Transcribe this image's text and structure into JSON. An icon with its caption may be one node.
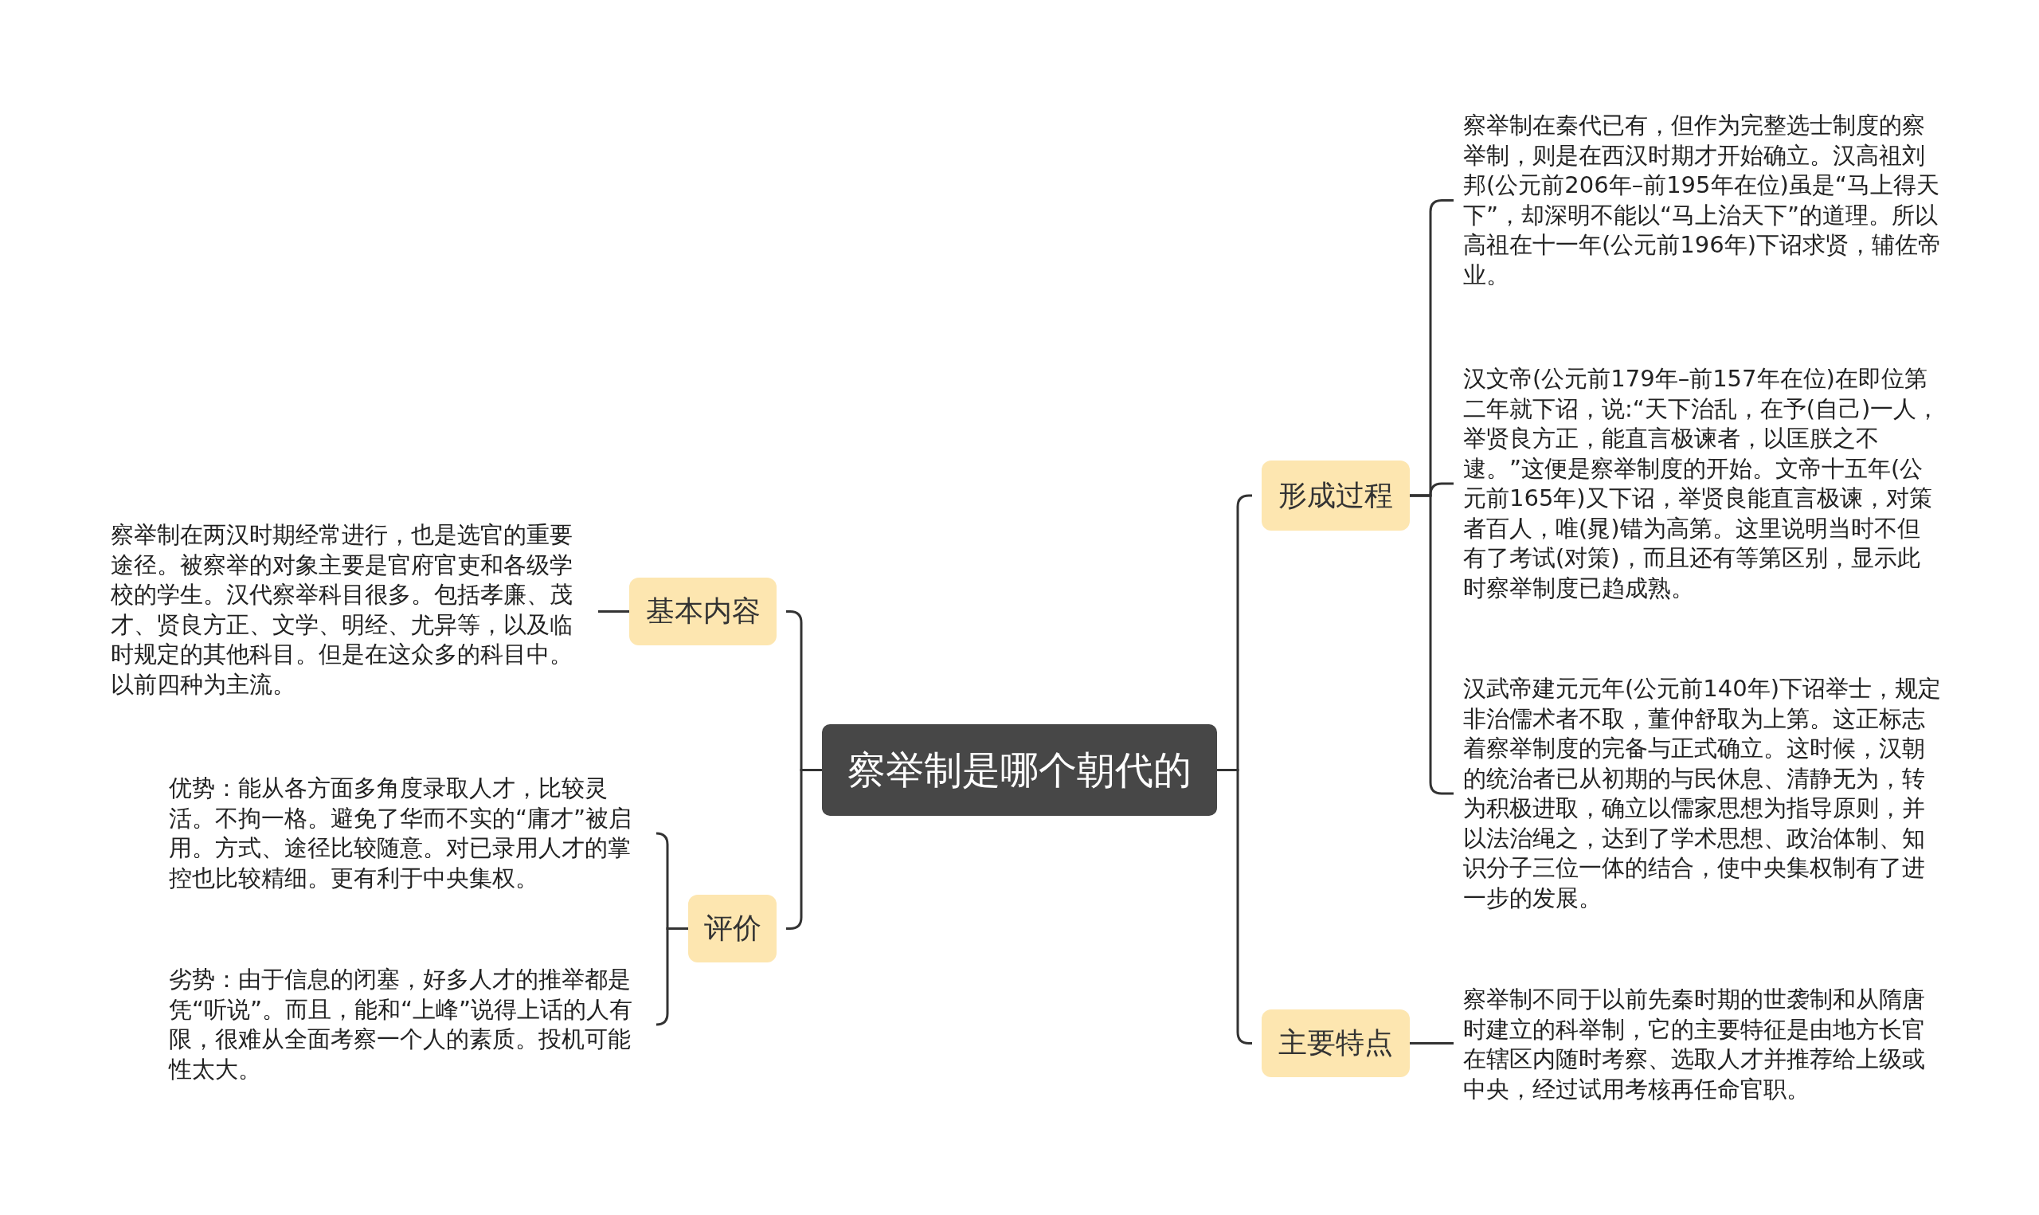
{
  "diagram": {
    "nodes": [
      {
        "text": [
          "察举制是哪个朝代的"
        ]
      },
      {
        "text": [
          "基本内容"
        ]
      },
      {
        "text": [
          "察举制在两汉时期经常进行，也是选官的重要途径。被察举的对象主要是官府官吏和各级学校的学生。汉代察举科目很多。包括孝廉、茂才、贤良方正、文学、明经、尤异等，以及临时规定的其他科目。但是在这众多的科目中。以前四种为主流。"
        ]
      },
      {
        "text": [
          "评价"
        ]
      },
      {
        "text": [
          "优势：能从各方面多角度录取人才，比较灵活。不拘一格。避免了华而不实的“庸才”被启用。方式、途径比较随意。对已录用人才的掌控也比较精细。更有利于中央集权。"
        ]
      },
      {
        "text": [
          "劣势：由于信息的闭塞，好多人才的推举都是凭“听说”。而且，能和“上峰”说得上话的人有限，很难从全面考察一个人的素质。投机可能性太大。"
        ]
      },
      {
        "text": [
          "形成过程"
        ]
      },
      {
        "text": [
          "察举制在秦代已有，但作为完整选士制度的察举制，则是在西汉时期才开始确立。汉高祖刘邦(公元前206年–前195年在位)虽是“马上得天下”，却深明不能以“马上治天下”的道理。所以高祖在十一年(公元前196年)下诏求贤，辅佐帝业。"
        ]
      },
      {
        "text": [
          "汉文帝(公元前179年–前157年在位)在即位第二年就下诏，说:“天下治乱，在予(自己)一人，举贤良方正，能直言极谏者，以匡朕之不逮。”这便是察举制度的开始。文帝十五年(公元前165年)又下诏，举贤良能直言极谏，对策者百人，唯(晁)错为高第。这里说明当时不但有了考试(对策)，而且还有等第区别，显示此时察举制度已趋成熟。"
        ]
      },
      {
        "text": [
          "汉武帝建元元年(公元前140年)下诏举士，规定非治儒术者不取，董仲舒取为上第。这正标志着察举制度的完备与正式确立。这时候，汉朝的统治者已从初期的与民休息、清静无为，转为积极进取，确立以儒家思想为指导原则，并以法治绳之，达到了学术思想、政治体制、知识分子三位一体的结合，使中央集权制有了进一步的发展。"
        ]
      },
      {
        "text": [
          "主要特点"
        ]
      },
      {
        "text": [
          "察举制不同于以前先秦时期的世袭制和从隋唐时建立的科举制，它的主要特征是由地方长官在辖区内随时考察、选取人才并推荐给上级或中央，经过试用考核再任命官职。"
        ]
      }
    ],
    "edges": [
      {
        "from": 0,
        "to": 1,
        "arrow": "none"
      },
      {
        "from": 0,
        "to": 3,
        "arrow": "none"
      },
      {
        "from": 0,
        "to": 6,
        "arrow": "none"
      },
      {
        "from": 0,
        "to": 10,
        "arrow": "none"
      },
      {
        "from": 1,
        "to": 2,
        "arrow": "none"
      },
      {
        "from": 3,
        "to": 4,
        "arrow": "none"
      },
      {
        "from": 3,
        "to": 5,
        "arrow": "none"
      },
      {
        "from": 6,
        "to": 7,
        "arrow": "none"
      },
      {
        "from": 6,
        "to": 8,
        "arrow": "none"
      },
      {
        "from": 6,
        "to": 9,
        "arrow": "none"
      },
      {
        "from": 10,
        "to": 11,
        "arrow": "none"
      }
    ]
  }
}
